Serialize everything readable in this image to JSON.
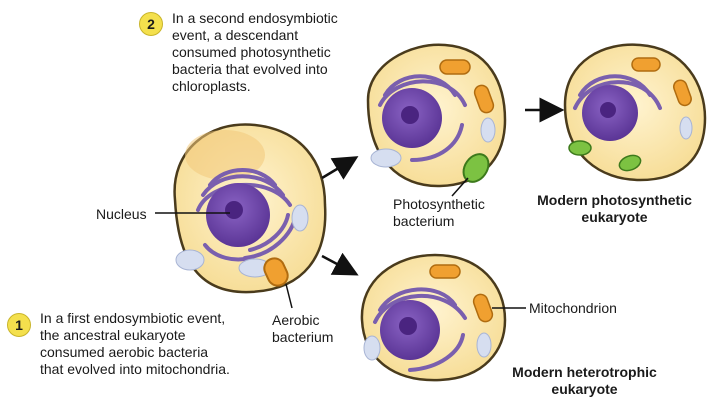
{
  "step2": {
    "number": "2",
    "text": "In a second endosymbiotic\nevent,  a descendant\nconsumed photosynthetic\nbacteria that evolved into\nchloroplasts."
  },
  "step1": {
    "number": "1",
    "text": "In a first endosymbiotic event,\nthe ancestral eukaryote\nconsumed aerobic bacteria\nthat evolved into mitochondria."
  },
  "labels": {
    "nucleus": "Nucleus",
    "aerobic_bacterium": "Aerobic\nbacterium",
    "photosynthetic_bacterium": "Photosynthetic\nbacterium",
    "mitochondrion": "Mitochondrion",
    "modern_photosynthetic": "Modern photosynthetic\neukaryote",
    "modern_heterotrophic": "Modern heterotrophic\neukaryote"
  },
  "colors": {
    "cytoplasm": "#fbe9b8",
    "membrane": "#4a3b1c",
    "nucleus": "#6a3fa8",
    "er": "#7a5fae",
    "mitochondria": "#f0a030",
    "chloroplast": "#7cc242",
    "vacuole": "#d6def0",
    "badge": "#f4e04d"
  }
}
